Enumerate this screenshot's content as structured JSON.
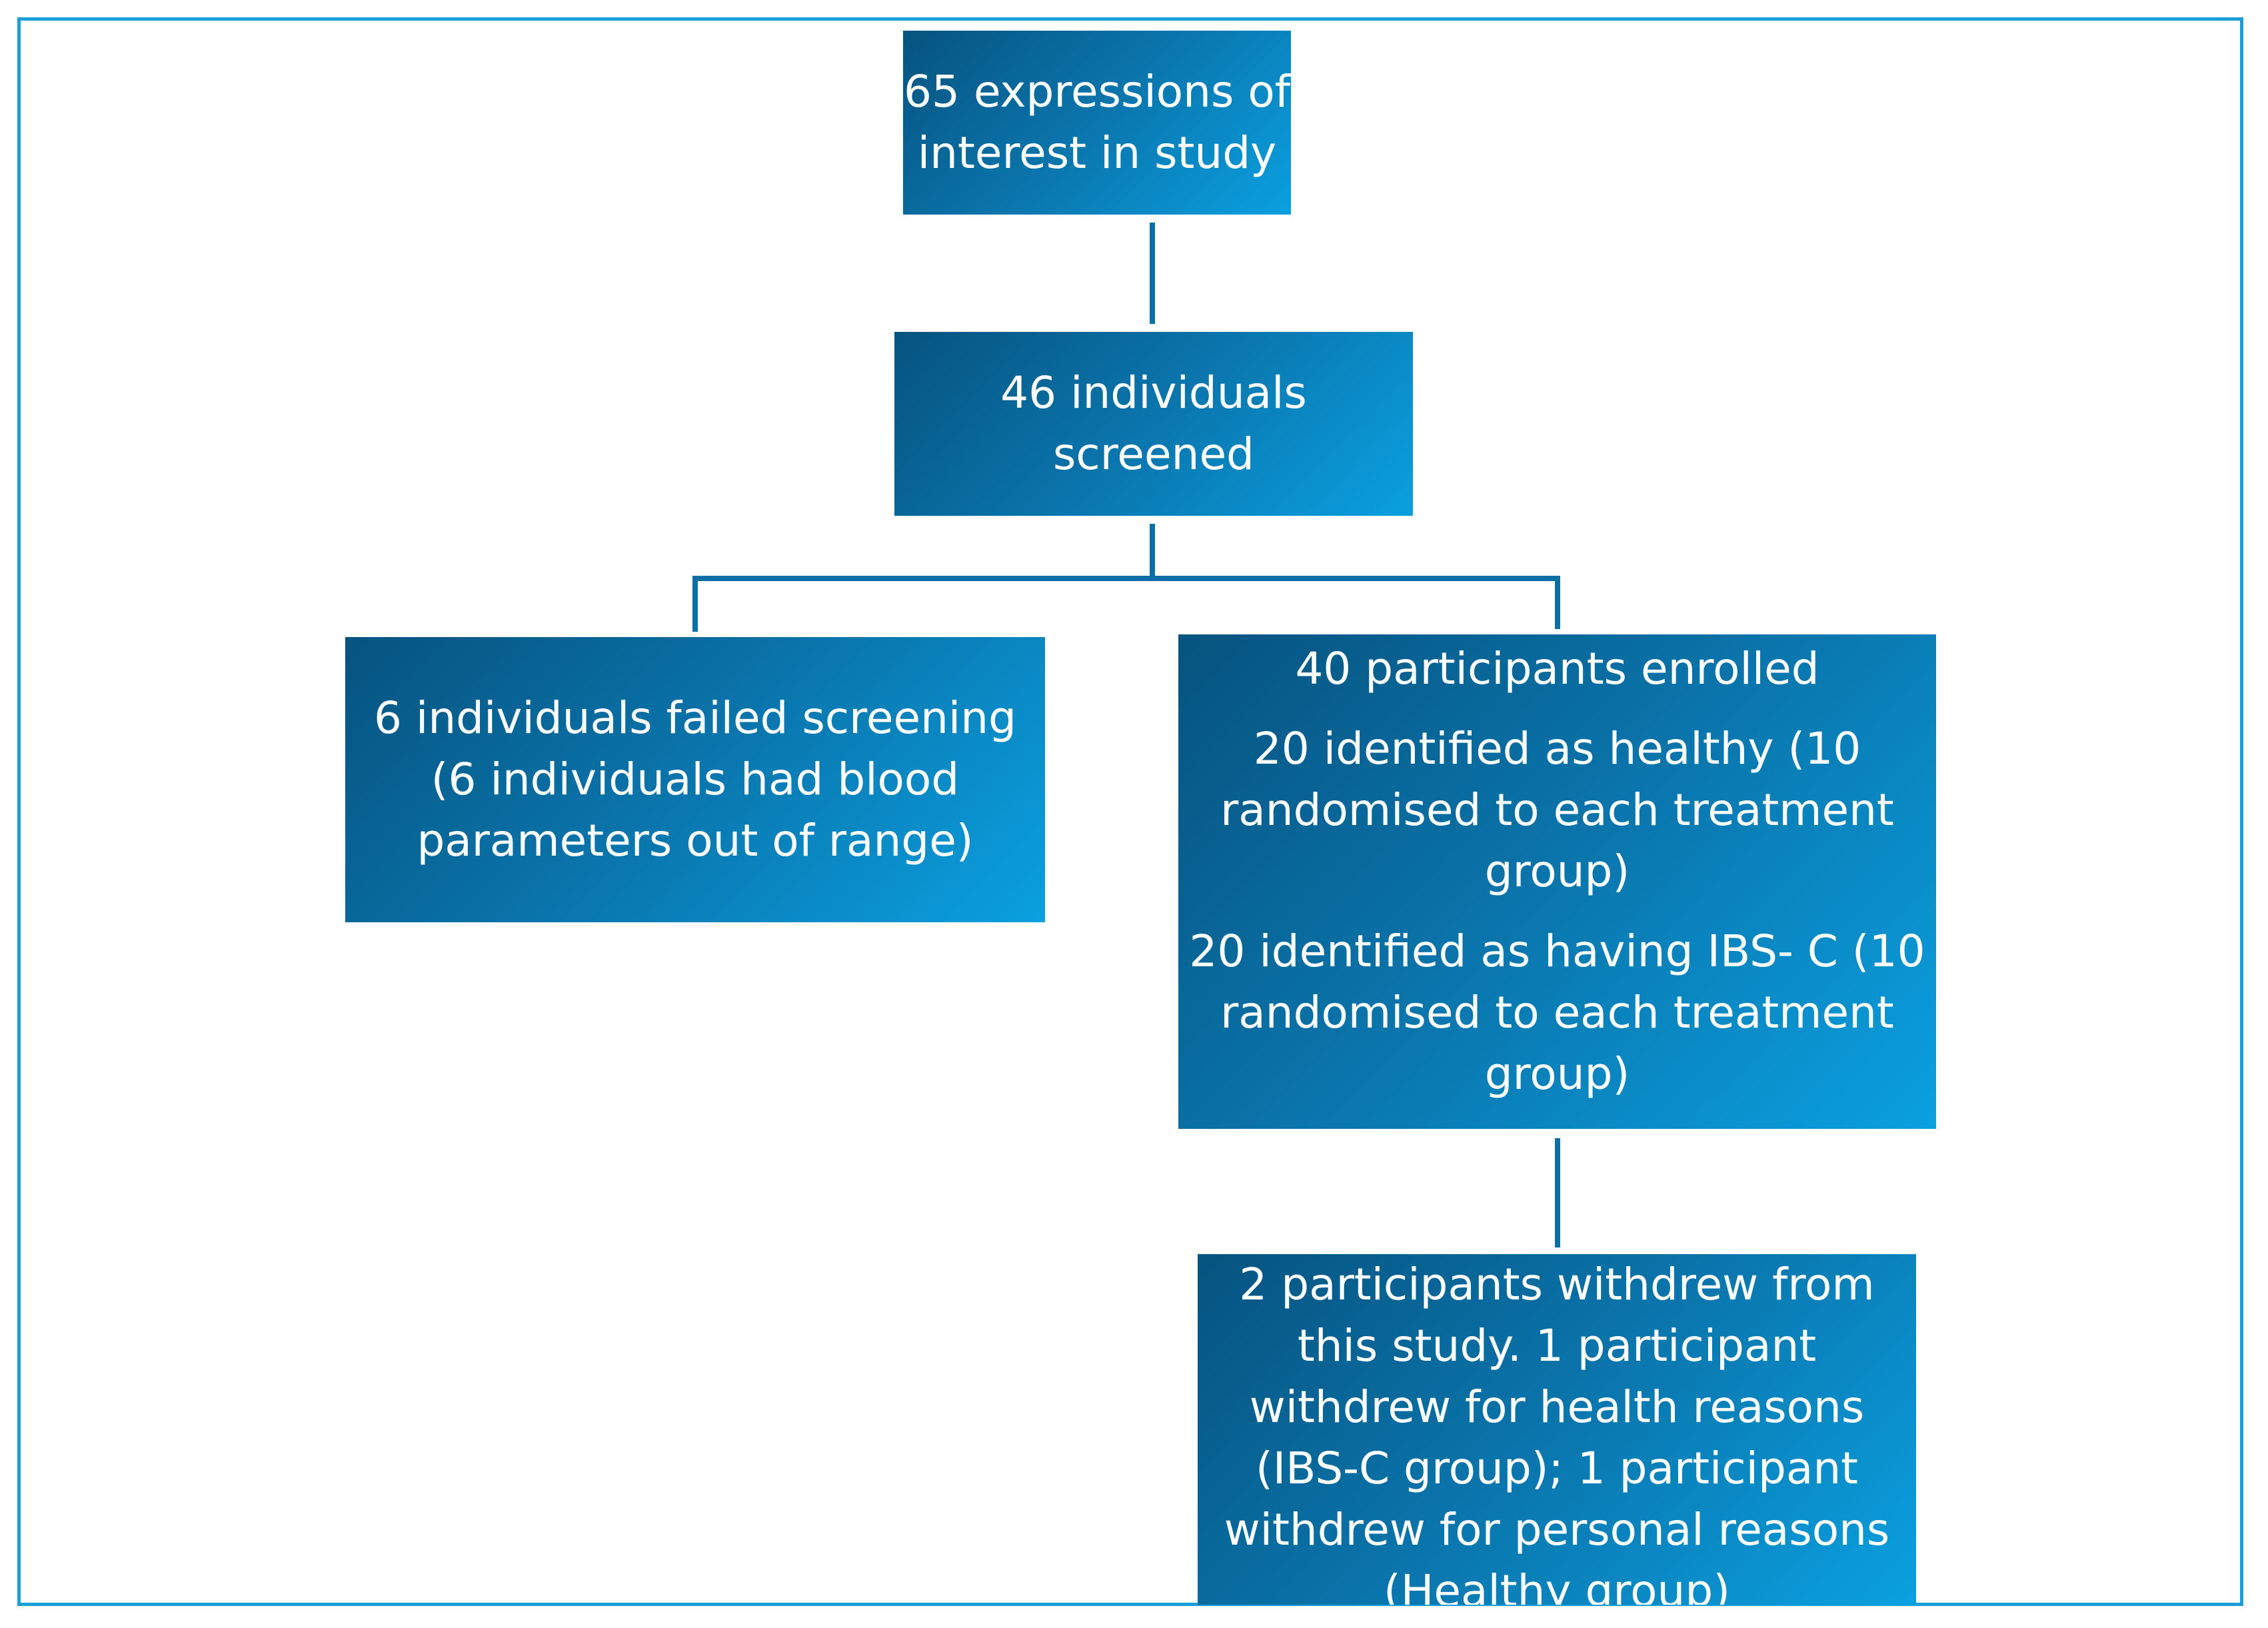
{
  "diagram": {
    "nodes": {
      "expressions": {
        "lines": [
          "65 expressions of",
          "interest in study"
        ]
      },
      "screened": {
        "lines": [
          "46 individuals",
          "screened"
        ]
      },
      "failed": {
        "lines": [
          "6 individuals failed screening",
          "(6 individuals had blood",
          "parameters out of range)"
        ]
      },
      "enrolled": {
        "title": "40 participants enrolled",
        "healthy_lines": [
          "20 identified as healthy (10",
          "randomised to each treatment",
          "group)"
        ],
        "ibs_lines": [
          "20 identified as having IBS- C (10",
          "randomised to each treatment",
          "group)"
        ]
      },
      "withdrew": {
        "lines": [
          "2 participants withdrew from",
          "this study. 1 participant",
          "withdrew for health reasons",
          "(IBS-C group); 1 participant",
          "withdrew for personal reasons",
          "(Healthy group)"
        ]
      }
    },
    "colors": {
      "box_dark": "#06537f",
      "box_light": "#0aa0e0",
      "connector": "#0b6ea6",
      "frame": "#1b9fd6",
      "text": "#ffffff"
    }
  }
}
